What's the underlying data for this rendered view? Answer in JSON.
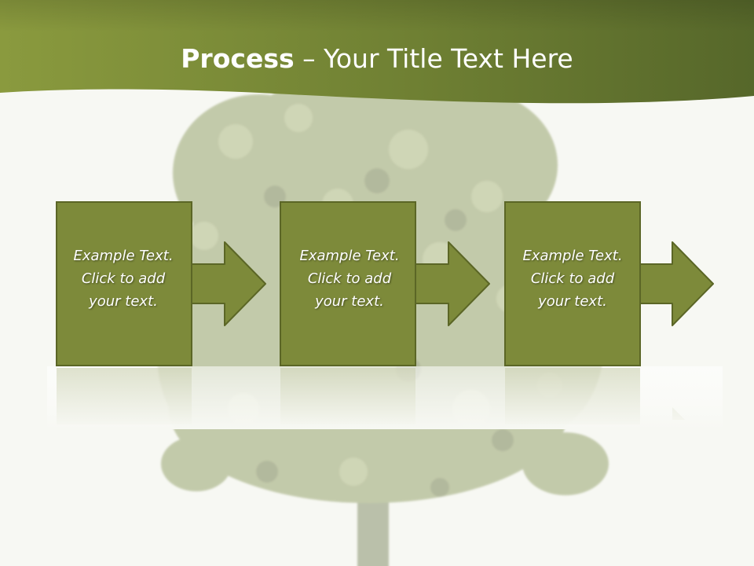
{
  "slide": {
    "title_bold": "Process",
    "title_rest": " – Your Title Text Here",
    "steps": [
      {
        "lines": [
          "Example Text.",
          "Click  to add",
          "your text."
        ]
      },
      {
        "lines": [
          "Example Text.",
          "Click  to add",
          "your text."
        ]
      },
      {
        "lines": [
          "Example Text.",
          "Click  to add",
          "your text."
        ]
      }
    ]
  },
  "colors": {
    "header_dark": "#58692a",
    "header_light": "#8a9a3e",
    "box_fill": "#7d8a3a",
    "box_border": "#5b6626",
    "tree": "#8a9960",
    "text": "#ffffff"
  },
  "icons": {
    "background": "tree-image",
    "connector": "arrow-right-icon"
  }
}
